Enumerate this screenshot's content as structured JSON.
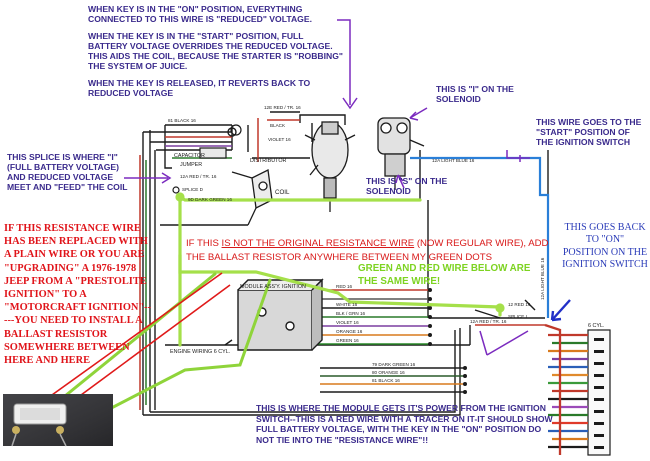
{
  "notes": {
    "on_position": "WHEN KEY IS IN THE \"ON\" POSITION, EVERYTHING CONNECTED TO THIS WIRE IS \"REDUCED\" VOLTAGE.",
    "start_position": "WHEN THE KEY IS IN THE \"START\" POSITION, FULL BATTERY VOLTAGE OVERRIDES THE REDUCED VOLTAGE. THIS AIDS THE COIL, BECAUSE THE STARTER IS \"ROBBING\" THE SYSTEM OF JUICE.",
    "released": "WHEN THE KEY IS RELEASED, IT REVERTS BACK TO REDUCED VOLTAGE",
    "i_solenoid": "THIS IS \"I\" ON THE SOLENOID",
    "s_solenoid": "THIS IS \"S\" ON THE SOLENOID",
    "start_wire": "THIS WIRE GOES TO THE \"START\" POSITION OF THE IGNITION SWITCH",
    "splice": "THIS SPLICE IS WHERE \"I\" (FULL BATTERY VOLTAGE) AND REDUCED VOLTAGE MEET AND \"FEED\" THE COIL",
    "resistance_wire": "IF THIS RESISTANCE WIRE HAS BEEN REPLACED WITH A PLAIN WIRE OR YOU ARE \"UPGRADING\" A 1976-1978 JEEP FROM A \"PRESTOLITE IGNITION\" TO A \"MOTORCRAFT IGNITION\"-----YOU NEED TO INSTALL A BALLAST RESISTOR SOMEWHERE BETWEEN HERE AND HERE",
    "on_switch": "THIS GOES BACK TO \"ON\" POSITION ON THE IGNITION SWITCH",
    "ballast_pre": "IF THIS ",
    "ballast_underline": "IS NOT THE ORIGINAL RESISTANCE WIRE",
    "ballast_post": " (NOW REGULAR WIRE), ADD THE BALLAST RESISTOR ANYWHERE BETWEEN MY GREEN DOTS",
    "same_wire": "GREEN AND RED WIRE BELOW ARE THE SAME WIRE!",
    "module_power": "THIS IS WHERE THE MODULE GETS IT'S POWER FROM THE IGNITION SWITCH--THIS IS A RED WIRE WITH A TRACER ON IT-IT SHOULD SHOW FULL BATTERY VOLTAGE, WITH THE KEY IN THE \"ON\" POSITION DO NOT TIE INTO THE \"RESISTANCE WIRE\"!!"
  },
  "wire_labels": {
    "black_16a": "81 BLACK 16",
    "red_tr16": "12E RED / TR. 16",
    "black": "BLACK",
    "violet16": "VIOLET 16",
    "distributor": "DISTRIBUTOR",
    "capacitor": "CAPACITOR",
    "jumper": "JUMPER",
    "red_tr16b": "12A RED / TR. 16",
    "coil": "COIL",
    "splice_d": "SPLICE D",
    "dark_green": "9D DARK GREEN 16",
    "light_blue": "12A LIGHT BLUE 16",
    "module": "MODULE ASS'Y. IGNITION",
    "red_16": "RED 16",
    "white16": "WHITE 16",
    "blk_grn": "BLK / GRN 16",
    "violet_16b": "VIOLET 16",
    "orange16": "ORANGE 16",
    "green16": "GREEN 16",
    "dark_green_16": "79 DARK GREEN 16",
    "orange_16c": "80 ORANGE 16",
    "black_16c": "81 BLACK 16",
    "red_tr_splice": "12A RED / TR. 16",
    "splice_l": "SPLICE L",
    "red_16r": "12 RED 16",
    "engine_wiring": "ENGINE WIRING 6 CYL.",
    "six_cyl": "6 CYL.",
    "light_blue_v": "12A LIGHT BLUE 16"
  }
}
